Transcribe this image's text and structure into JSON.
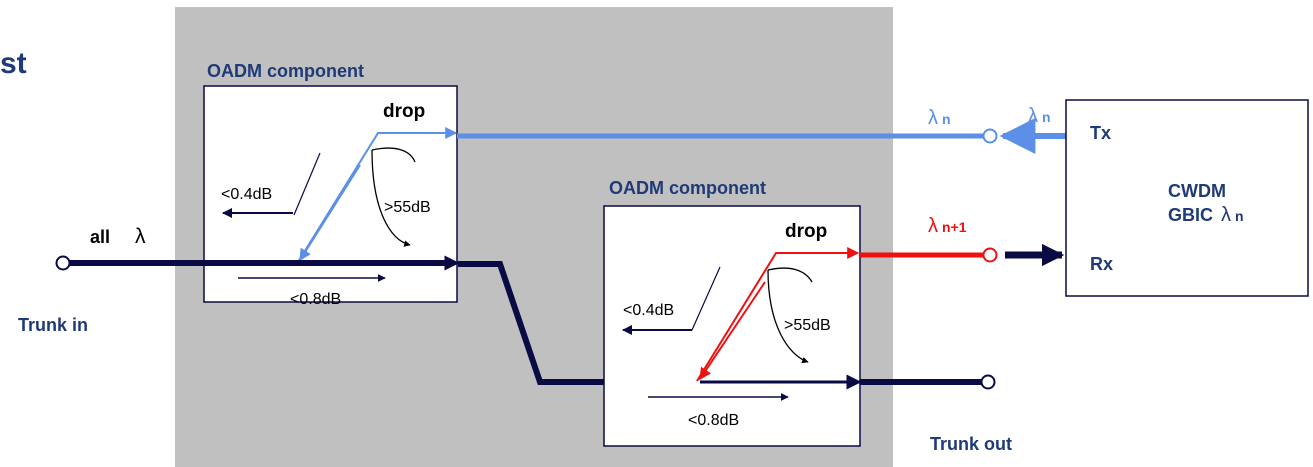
{
  "heading_fragment": "st",
  "outer_component": {
    "title": "OADM component",
    "drop_label": "drop",
    "loss_drop": "<0.4dB",
    "isolation": ">55dB",
    "loss_through": "<0.8dB"
  },
  "inner_component": {
    "title": "OADM component",
    "drop_label": "drop",
    "loss_drop": "<0.4dB",
    "isolation": ">55dB",
    "loss_through": "<0.8dB"
  },
  "trunk_in": {
    "label": "Trunk in",
    "all_label": "all",
    "lambda": "λ"
  },
  "trunk_out": {
    "label": "Trunk out"
  },
  "drop_channel_n": {
    "lambda": "λ",
    "subscript": "n",
    "color": "#5b8fe8"
  },
  "drop_channel_n1": {
    "lambda": "λ",
    "subscript": "n+1",
    "color": "#ee1111"
  },
  "tx_channel": {
    "lambda": "λ",
    "subscript": "n"
  },
  "gbic": {
    "line1": "CWDM",
    "line2": "GBIC",
    "lambda": "λ",
    "subscript": "n",
    "tx": "Tx",
    "rx": "Rx"
  },
  "colors": {
    "fiber": "#0a0a45",
    "panel": "#c0c0c0",
    "drop_blue": "#5b8fe8",
    "drop_red": "#ee1111",
    "text_navy": "#1f3a78"
  }
}
